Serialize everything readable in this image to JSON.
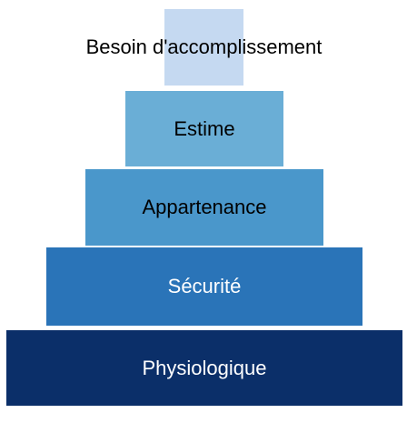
{
  "pyramid": {
    "levels": [
      {
        "label": "Besoin d'accomplissement",
        "color": "#c5d9f1"
      },
      {
        "label": "Estime",
        "color": "#6aaed6"
      },
      {
        "label": "Appartenance",
        "color": "#4a97cb"
      },
      {
        "label": "Sécurité",
        "color": "#2a74b8"
      },
      {
        "label": "Physiologique",
        "color": "#0b2f69"
      }
    ]
  }
}
